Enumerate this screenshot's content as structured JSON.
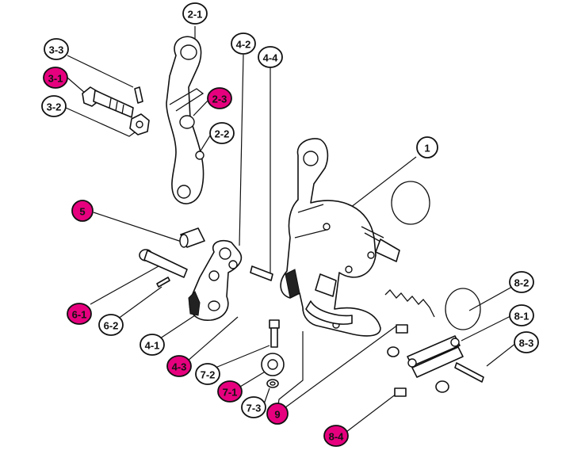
{
  "colors": {
    "highlight": "#e6007e",
    "normal": "#ffffff",
    "stroke": "#111111"
  },
  "callouts": [
    {
      "label": "2-1",
      "highlight": false
    },
    {
      "label": "3-3",
      "highlight": false
    },
    {
      "label": "3-1",
      "highlight": true
    },
    {
      "label": "3-2",
      "highlight": false
    },
    {
      "label": "2-3",
      "highlight": true
    },
    {
      "label": "2-2",
      "highlight": false
    },
    {
      "label": "4-2",
      "highlight": false
    },
    {
      "label": "4-4",
      "highlight": false
    },
    {
      "label": "1",
      "highlight": false
    },
    {
      "label": "5",
      "highlight": true
    },
    {
      "label": "6-1",
      "highlight": true
    },
    {
      "label": "6-2",
      "highlight": false
    },
    {
      "label": "4-1",
      "highlight": false
    },
    {
      "label": "4-3",
      "highlight": true
    },
    {
      "label": "7-2",
      "highlight": false
    },
    {
      "label": "7-1",
      "highlight": true
    },
    {
      "label": "7-3",
      "highlight": false
    },
    {
      "label": "9",
      "highlight": true
    },
    {
      "label": "8-2",
      "highlight": false
    },
    {
      "label": "8-1",
      "highlight": false
    },
    {
      "label": "8-3",
      "highlight": false
    },
    {
      "label": "8-4",
      "highlight": true
    }
  ]
}
